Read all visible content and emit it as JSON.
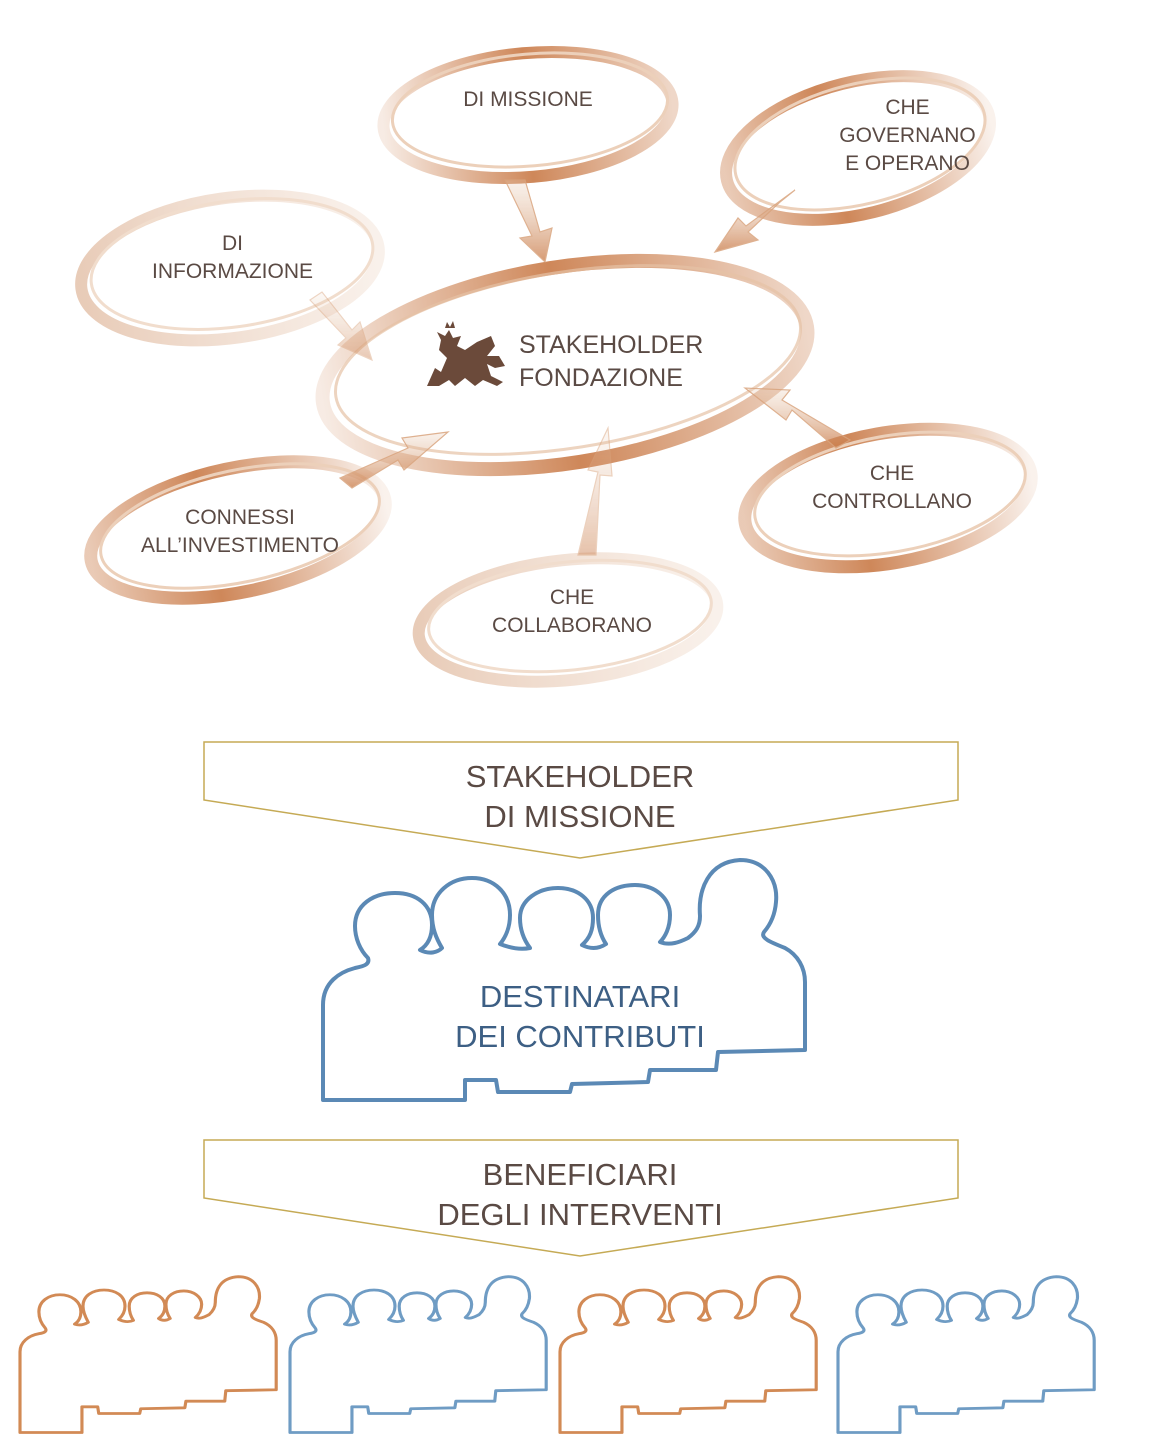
{
  "diagram": {
    "center": {
      "line1": "STAKEHOLDER",
      "line2": "FONDAZIONE"
    },
    "satellites": {
      "missione": {
        "line1": "DI MISSIONE"
      },
      "governano": {
        "line1": "CHE",
        "line2": "GOVERNANO",
        "line3": "E OPERANO"
      },
      "informazione": {
        "line1": "DI",
        "line2": "INFORMAZIONE"
      },
      "controllano": {
        "line1": "CHE",
        "line2": "CONTROLLANO"
      },
      "investimento": {
        "line1": "CONNESSI",
        "line2": "ALL’INVESTIMENTO"
      },
      "collaborano": {
        "line1": "CHE",
        "line2": "COLLABORANO"
      }
    },
    "banner1": {
      "line1": "STAKEHOLDER",
      "line2": "DI MISSIONE"
    },
    "destinatari": {
      "line1": "DESTINATARI",
      "line2": "DEI CONTRIBUTI"
    },
    "banner2": {
      "line1": "BENEFICIARI",
      "line2": "DEGLI INTERVENTI"
    },
    "group_colors": [
      "#d28a55",
      "#6f9cc4",
      "#d28a55",
      "#6f9cc4"
    ],
    "colors": {
      "orange": "#c87a45",
      "blue": "#5b89b5",
      "olive": "#c5aa55",
      "text": "#5a4a44",
      "logo": "#6b4a3a"
    }
  }
}
